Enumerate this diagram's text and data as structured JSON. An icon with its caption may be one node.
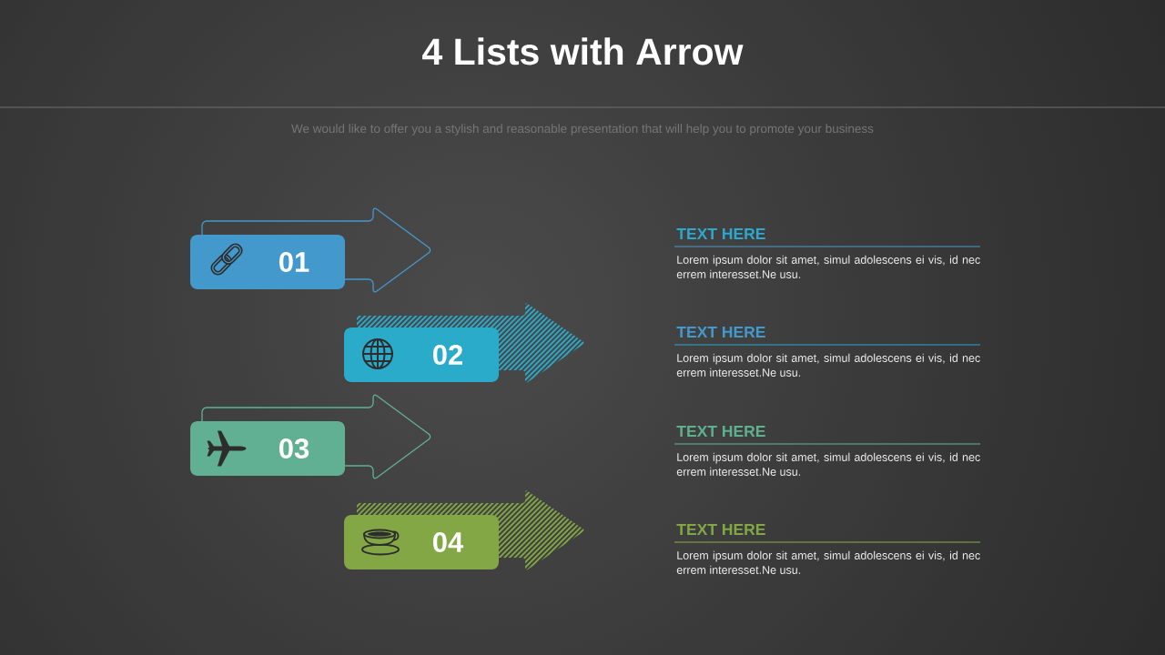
{
  "diagram": {
    "title": "4 Lists with Arrow",
    "nodes": [
      {
        "text": [
          "01"
        ]
      },
      {
        "text": [
          "02"
        ]
      },
      {
        "text": [
          "03"
        ]
      },
      {
        "text": [
          "04"
        ]
      }
    ],
    "labels": [
      "We would like to offer you a stylish and reasonable presentation that will help you to promote your business",
      "TEXT HERE",
      "Lorem ipsum dolor sit amet, simul adolescens ei vis, id nec errem interesset.Ne usu.",
      "TEXT HERE",
      "Lorem ipsum dolor sit amet, simul adolescens ei vis, id nec errem interesset.Ne usu.",
      "TEXT HERE",
      "Lorem ipsum dolor sit amet, simul adolescens ei vis, id nec errem interesset.Ne usu.",
      "TEXT HERE",
      "Lorem ipsum dolor sit amet, simul adolescens ei vis, id nec errem interesset.Ne usu."
    ]
  }
}
